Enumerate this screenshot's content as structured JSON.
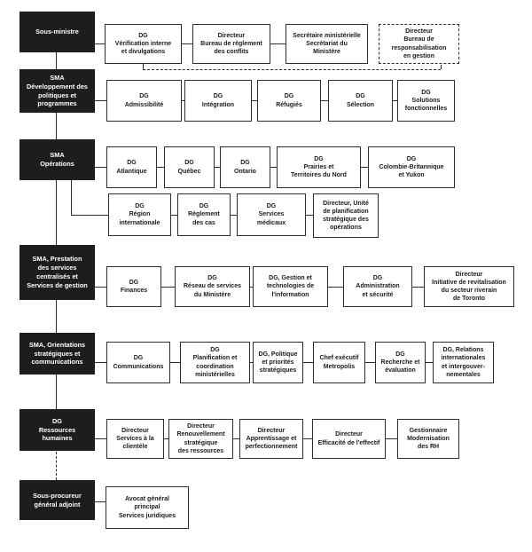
{
  "colors": {
    "leader_box_fill": "#1d1d1d",
    "leader_box_text": "#ffffff",
    "box_fill": "#ffffff",
    "box_border": "#2d2d2d",
    "box_text": "#1a1a1a",
    "background": "#ffffff"
  },
  "rows": [
    {
      "leader": "Sous-ministre",
      "boxes": [
        "DG\nVérification interne\net divulgations",
        "Directeur\nBureau de règlement\ndes conflits",
        "Secrétaire ministérielle\nSecrétariat du\nMinistère",
        "Directeur\nBureau de\nresponsabilisation\nen gestion"
      ]
    },
    {
      "leader": "SMA\nDéveloppement des\npolitiques et\nprogrammes",
      "boxes": [
        "DG\nAdmissibilité",
        "DG\nIntégration",
        "DG\nRéfugiés",
        "DG\nSélection",
        "DG\nSolutions\nfonctionnelles"
      ]
    },
    {
      "leader": "SMA\nOpérations",
      "boxes": [
        "DG\nAtlantique",
        "DG\nQuébec",
        "DG\nOntario",
        "DG\nPrairies et\nTerritoires du Nord",
        "DG\nColombie-Britannique\net Yukon"
      ],
      "boxes_second_line": [
        "DG\nRégion\ninternationale",
        "DG\nRèglement\ndes cas",
        "DG\nServices\nmédicaux",
        "Directeur, Unité\nde planification\nstratégique des\nopérations"
      ]
    },
    {
      "leader": "SMA, Prestation\ndes services\ncentralisés et\nServices de gestion",
      "boxes": [
        "DG\nFinances",
        "DG\nRéseau de services\ndu Ministère",
        "DG, Gestion et\ntechnologies de\nl'information",
        "DG\nAdministration\net sécurité",
        "Directeur\nInitiative de revitalisation\ndu secteur riverain\nde Toronto"
      ]
    },
    {
      "leader": "SMA, Orientations\nstratégiques et\ncommunications",
      "boxes": [
        "DG\nCommunications",
        "DG\nPlanification et\ncoordination\nministérielles",
        "DG, Politique\net priorités\nstratégiques",
        "Chef exécutif\nMetropolis",
        "DG\nRecherche et\névaluation",
        "DG, Relations\ninternationales\net intergouver-\nnementales"
      ]
    },
    {
      "leader": "DG\nRessources\nhumaines",
      "boxes": [
        "Directeur\nServices à la\nclientèle",
        "Directeur\nRenouvellement\nstratégique\ndes ressources",
        "Directeur\nApprentissage et\nperfectionnement",
        "Directeur\nEfficacité de l'effectif",
        "Gestionnaire\nModernisation\ndes RH"
      ]
    },
    {
      "leader": "Sous-procureur\ngénéral adjoint",
      "boxes": [
        "Avocat général\nprincipal\nServices juridiques"
      ]
    }
  ]
}
